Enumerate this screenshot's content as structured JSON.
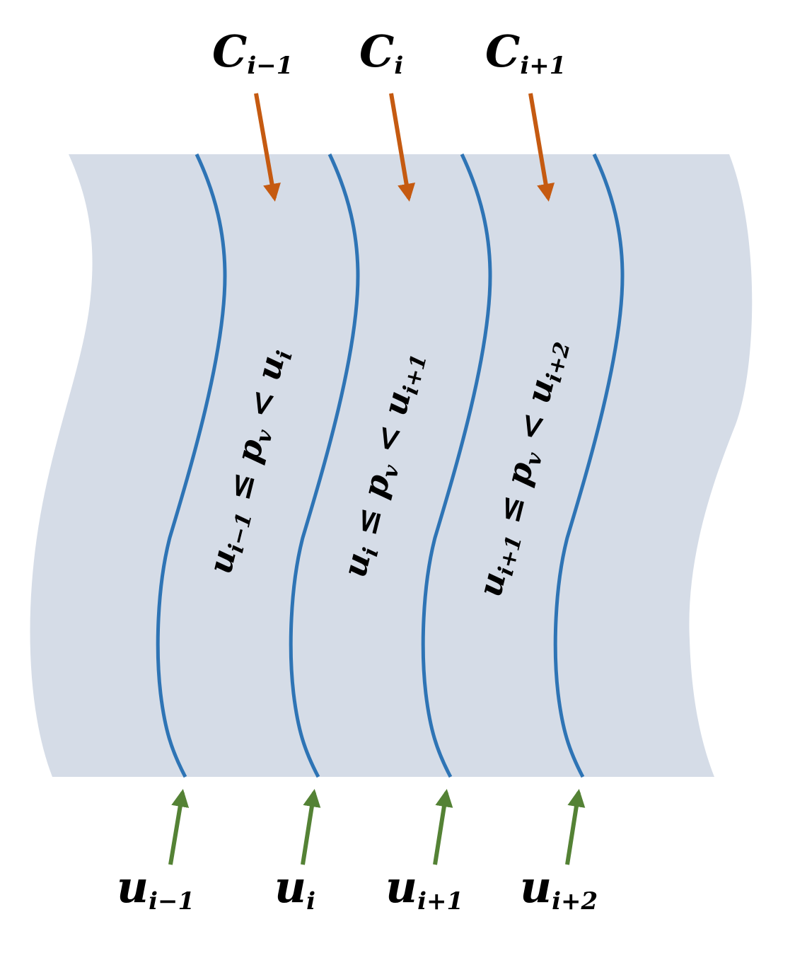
{
  "colors": {
    "background": "#ffffff",
    "strip_fill": "#d5dce7",
    "boundary_line": "#2e74b5",
    "top_arrow": "#c55a11",
    "bottom_arrow": "#548235",
    "text": "#000000"
  },
  "top_labels": [
    {
      "base": "C",
      "sub": "i−1"
    },
    {
      "base": "C",
      "sub": "i"
    },
    {
      "base": "C",
      "sub": "i+1"
    }
  ],
  "bottom_labels": [
    {
      "base": "u",
      "sub": "i−1"
    },
    {
      "base": "u",
      "sub": "i"
    },
    {
      "base": "u",
      "sub": "i+1"
    },
    {
      "base": "u",
      "sub": "i+2"
    }
  ],
  "band_labels": [
    {
      "lo_base": "u",
      "lo_sub": "i−1",
      "op1": " ≤ ",
      "mid_base": "p",
      "mid_sub": "v",
      "op2": " < ",
      "hi_base": "u",
      "hi_sub": "i"
    },
    {
      "lo_base": "u",
      "lo_sub": "i",
      "op1": " ≤ ",
      "mid_base": "p",
      "mid_sub": "v",
      "op2": " < ",
      "hi_base": "u",
      "hi_sub": "i+1"
    },
    {
      "lo_base": "u",
      "lo_sub": "i+1",
      "op1": " ≤ ",
      "mid_base": "p",
      "mid_sub": "v",
      "op2": " < ",
      "hi_base": "u",
      "hi_sub": "i+2"
    }
  ]
}
